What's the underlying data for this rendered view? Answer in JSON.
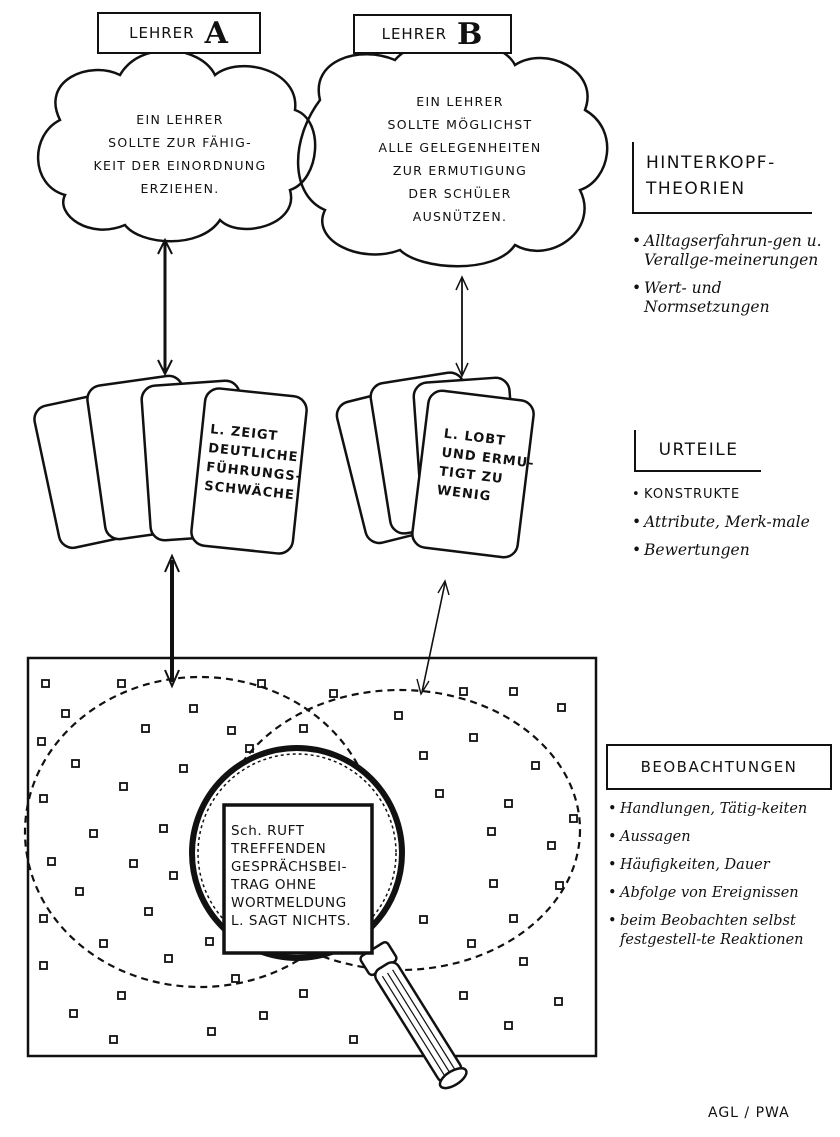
{
  "teachers": [
    {
      "label": "LEHRER",
      "letter": "A",
      "cloud_lines": [
        "EIN LEHRER",
        "SOLLTE ZUR FÄHIG-",
        "KEIT DER EINORDNUNG",
        "ERZIEHEN."
      ],
      "card_lines": [
        "L. ZEIGT",
        "DEUTLICHE",
        "FÜHRUNGS-",
        "SCHWÄCHE"
      ]
    },
    {
      "label": "LEHRER",
      "letter": "B",
      "cloud_lines": [
        "EIN LEHRER",
        "SOLLTE MÖGLICHST",
        "ALLE GELEGENHEITEN",
        "ZUR ERMUTIGUNG",
        "DER SCHÜLER",
        "AUSNÜTZEN."
      ],
      "card_lines": [
        "L. LOBT",
        "UND ERMU-",
        "TIGT ZU",
        "WENIG"
      ]
    }
  ],
  "levels": [
    {
      "title_lines": [
        "HINTERKOPF-",
        "THEORIEN"
      ],
      "boxed": true,
      "bullets": [
        "Alltagserfahrun-gen u. Verallge-meinerungen",
        "Wert- und Normsetzungen"
      ]
    },
    {
      "title_lines": [
        "URTEILE"
      ],
      "boxed": true,
      "bullets": [
        "KONSTRUKTE",
        "Attribute, Merk-male",
        "Bewertungen"
      ]
    },
    {
      "title_lines": [
        "BEOBACHTUNGEN"
      ],
      "boxed": true,
      "bullets": [
        "Handlungen, Tätig-keiten",
        "Aussagen",
        "Häufigkeiten, Dauer",
        "Abfolge von Ereignissen",
        "beim Beobachten selbst festgestell-te Reaktionen"
      ]
    }
  ],
  "observation_lines": [
    "Sch. RUFT",
    "TREFFENDEN",
    "GESPRÄCHSBEI-",
    "TRAG OHNE",
    "WORTMELDUNG",
    "L. SAGT NICHTS."
  ],
  "footer": "AGL / PWA"
}
